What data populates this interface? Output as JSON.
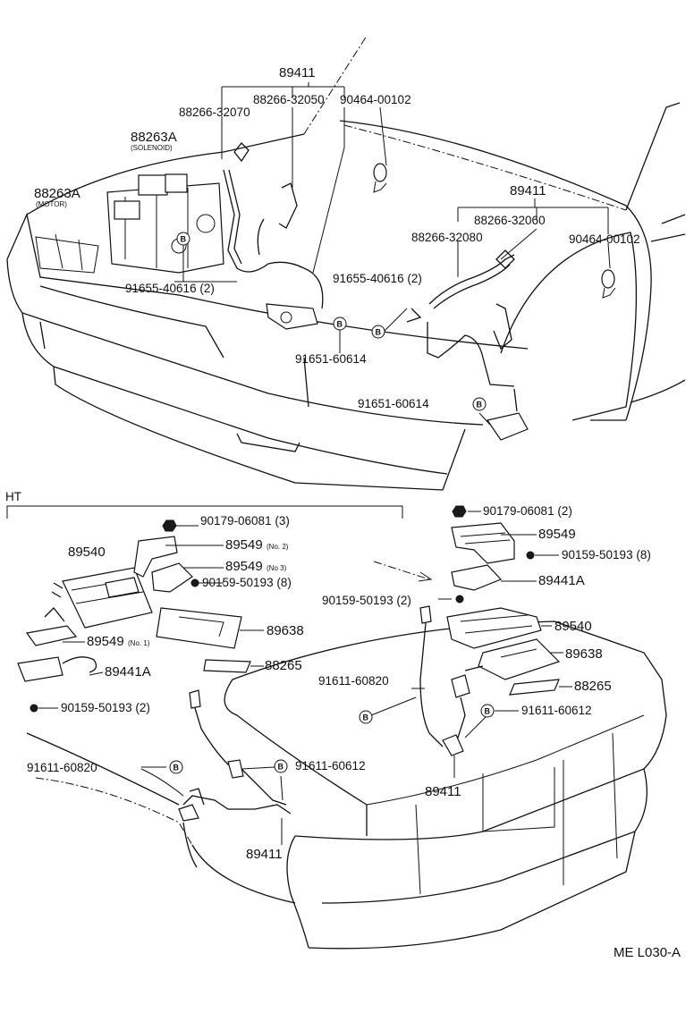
{
  "front": {
    "labels": [
      "89411",
      "88266-32050",
      "90464-00102",
      "88266-32070",
      "88263A",
      "(SOLENOID)",
      "88263A",
      "(MOTOR)",
      "91655-40616 (2)",
      "91651-60614",
      "89411",
      "88266-32060",
      "88266-32080",
      "90464-00102",
      "91655-40616 (2)",
      "91651-60614"
    ]
  },
  "rear": {
    "section_label": "HT",
    "left_labels": [
      "90179-06081 (3)",
      "89540",
      "89549",
      "(No. 2)",
      "89549",
      "(No 3)",
      "90159-50193 (8)",
      "89638",
      "89549",
      "(No. 1)",
      "88265",
      "89441A",
      "90159-50193 (2)",
      "91611-60820",
      "91611-60612",
      "89411"
    ],
    "right_labels": [
      "90179-06081 (2)",
      "89549",
      "90159-50193 (8)",
      "89441A",
      "90159-50193 (2)",
      "89540",
      "89638",
      "91611-60820",
      "88265",
      "91611-60612",
      "89411"
    ]
  },
  "circle_mark": "B",
  "diagram_code": "ME L030-A",
  "icons": [
    "circle-b-icon",
    "nut-icon",
    "bolt-icon"
  ]
}
